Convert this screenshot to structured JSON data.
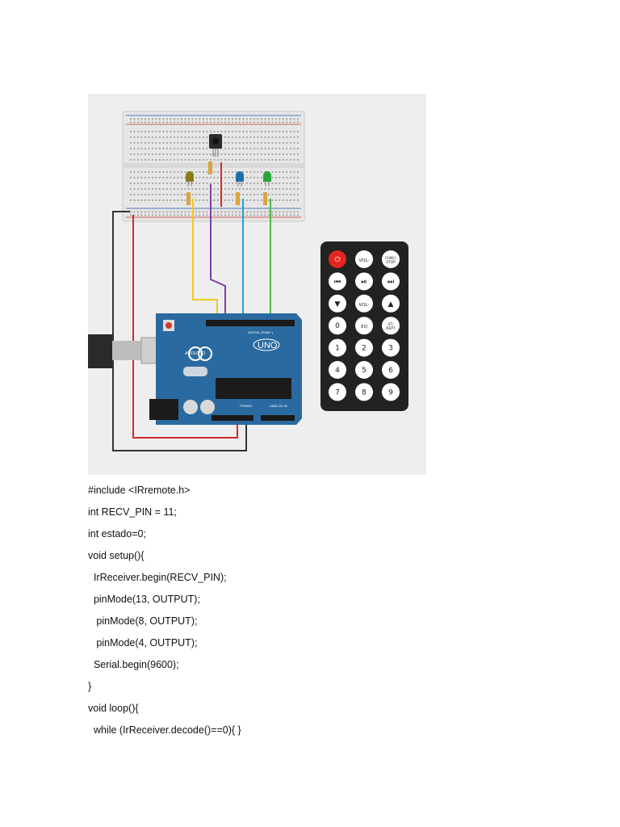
{
  "figure": {
    "arduino": {
      "brand": "ARDUINO",
      "model": "UNO",
      "header_digital": "DIGITAL (PWM~)",
      "header_power": "POWER",
      "header_analog": "ANALOG IN"
    },
    "remote": {
      "buttons": [
        "power",
        "VOL-",
        "FUNC/ STOP",
        "prev",
        "play-pause",
        "next",
        "down",
        "VOL-",
        "up",
        "0",
        "EQ",
        "ST/ REPT",
        "1",
        "2",
        "3",
        "4",
        "5",
        "6",
        "7",
        "8",
        "9"
      ],
      "colors": {
        "body": "#222222",
        "button": "#ffffff",
        "power": "#e3261f"
      }
    },
    "led_colors": [
      "#8a7a18",
      "#1f6ea8",
      "#29a53a"
    ],
    "wire_colors": {
      "yellow": "#f2c81c",
      "purple": "#7c3fa6",
      "blue": "#1ba2d8",
      "green": "#4db84a",
      "red": "#d42a2a",
      "black": "#333333"
    }
  },
  "code": {
    "lines": [
      "#include <IRremote.h>",
      "int RECV_PIN = 11;",
      "int estado=0;",
      "void setup(){",
      "  IrReceiver.begin(RECV_PIN);",
      "  pinMode(13, OUTPUT);",
      "   pinMode(8, OUTPUT);",
      "   pinMode(4, OUTPUT);",
      "  Serial.begin(9600);",
      "}",
      "void loop(){",
      "  while (IrReceiver.decode()==0){ }"
    ]
  }
}
